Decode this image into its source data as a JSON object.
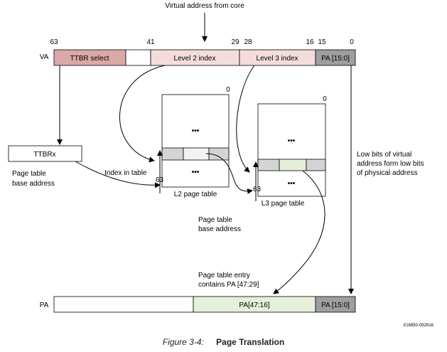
{
  "top_label": "Virtual address from core",
  "va": {
    "label": "VA",
    "bits": [
      "63",
      "41",
      "29",
      "28",
      "16",
      "15",
      "0"
    ],
    "fields": [
      "TTBR select",
      "Level 2 index",
      "Level 3 index",
      "PA [15:0]"
    ]
  },
  "ttbr": {
    "box": "TTBRx",
    "base_label_1": "Page table",
    "base_label_2": "base address"
  },
  "index_in_table": "Index in table",
  "l2": {
    "top_bit": "0",
    "bottom_bit": "63",
    "dots_top": "•••",
    "dots_bottom": "•••",
    "caption": "L2 page table"
  },
  "l3": {
    "top_bit": "0",
    "bottom_bit": "63",
    "dots_top": "•••",
    "dots_bottom": "•••",
    "caption": "L3 page table"
  },
  "low_bits_note": [
    "Low bits of virtual",
    "address form low bits",
    "of physical address"
  ],
  "pt_base_2": [
    "Page table",
    "base address"
  ],
  "pte_note": [
    "Page table entry",
    "contains PA [47:29]"
  ],
  "pa": {
    "label": "PA",
    "fields": [
      "PA[47:16]",
      "PA [15:0]"
    ]
  },
  "ref_code": "X16950-092916",
  "caption": {
    "figure": "Figure 3-4:",
    "title": "Page Translation"
  },
  "colors": {
    "ttbr_select": "#dba8a8",
    "level_index": "#f5dcdc",
    "pa_low": "#9e9e9e",
    "pa_high": "#e6efd9",
    "row_gray": "#d4d4d4",
    "row_light": "#f2f2f2",
    "row_green": "#e6efd9"
  }
}
